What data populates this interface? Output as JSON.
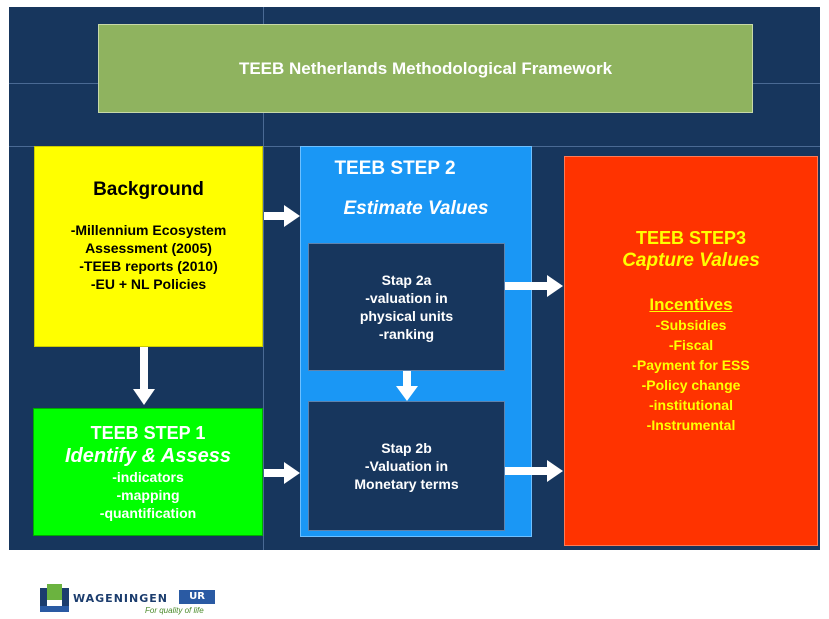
{
  "title": "TEEB Netherlands Methodological Framework",
  "background": {
    "heading": "Background",
    "lines": [
      "-Millennium Ecosystem",
      "Assessment (2005)",
      "-TEEB reports (2010)",
      "-EU + NL Policies"
    ]
  },
  "step1": {
    "heading": "TEEB STEP 1",
    "subtitle": "Identify & Assess",
    "lines": [
      "-indicators",
      "-mapping",
      "-quantification"
    ]
  },
  "step2": {
    "heading": "TEEB STEP 2",
    "subtitle": "Estimate Values",
    "a": {
      "lines": [
        "Stap 2a",
        "-valuation in",
        "physical units",
        "-ranking"
      ]
    },
    "b": {
      "lines": [
        "Stap 2b",
        "-Valuation in",
        "Monetary terms"
      ]
    }
  },
  "step3": {
    "heading": "TEEB STEP3",
    "subtitle": "Capture Values",
    "incentives": "Incentives",
    "lines": [
      "-Subsidies",
      "-Fiscal",
      "-Payment for ESS",
      "-Policy change",
      "-institutional",
      "-Instrumental"
    ]
  },
  "logo": {
    "name": "WAGENINGEN",
    "suffix": "UR",
    "tagline": "For quality of life"
  },
  "colors": {
    "slide_bg": "#17365d",
    "title_box": "#8fb35f",
    "background_box": "#ffff00",
    "step1_box": "#00ff00",
    "step2_box": "#1a97f5",
    "step3_box": "#ff3300",
    "step3_text": "#ffff00",
    "arrow": "#ffffff"
  }
}
